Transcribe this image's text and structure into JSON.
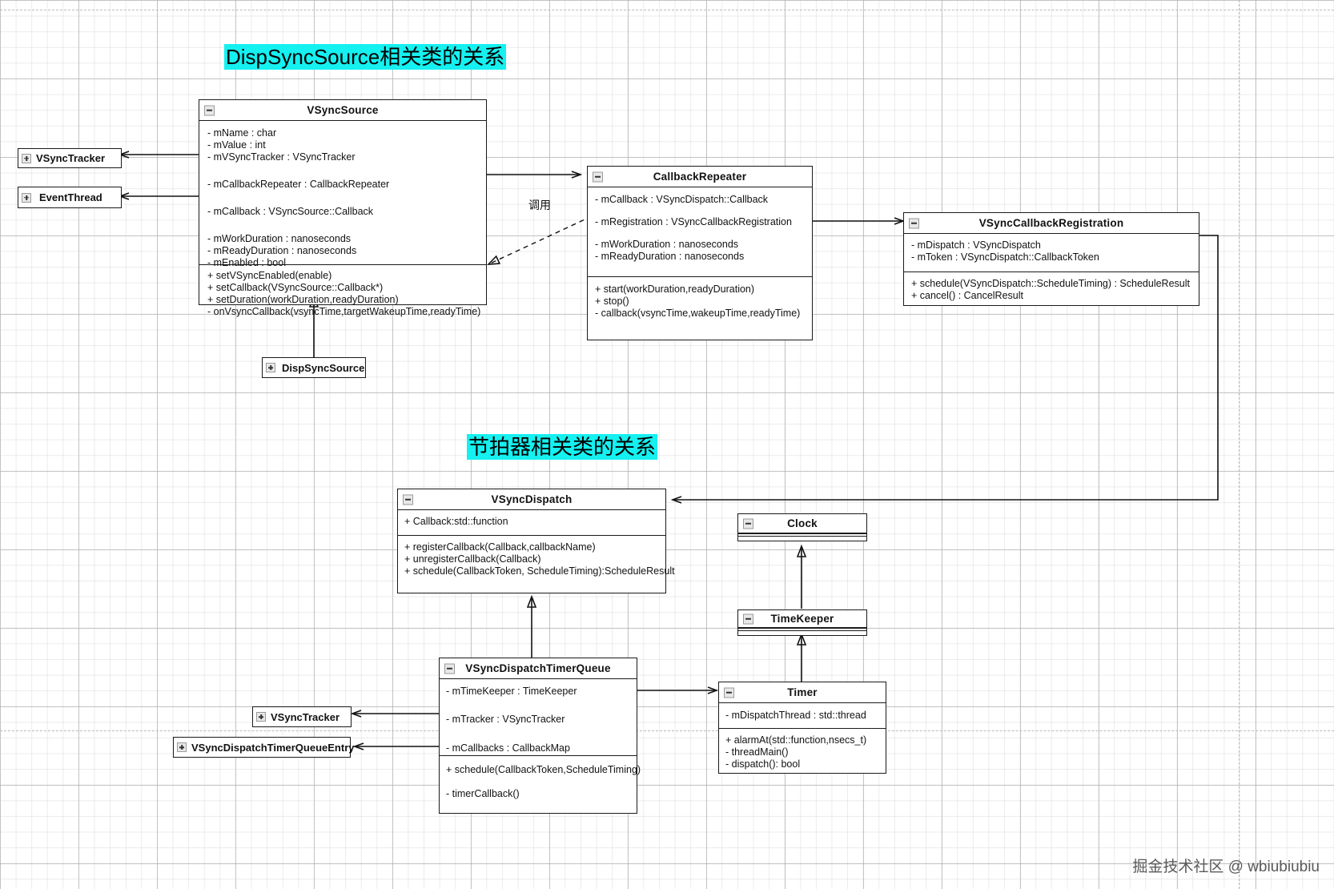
{
  "titles": {
    "top": "DispSyncSource相关类的关系",
    "middle": "节拍器相关类的关系"
  },
  "labels": {
    "call": "调用"
  },
  "watermark": "掘金技术社区 @ wbiubiubiu",
  "colors": {
    "highlight": "#15f0f0",
    "box_border": "#1a1a1a",
    "background": "#ffffff",
    "grid": "#bebebe"
  },
  "classes": {
    "vsync_source": {
      "name": "VSyncSource",
      "attributes_a": [
        "- mName : char",
        "- mValue : int",
        "- mVSyncTracker : VSyncTracker"
      ],
      "attributes_b": [
        "- mCallbackRepeater : CallbackRepeater"
      ],
      "attributes_c": [
        "- mCallback : VSyncSource::Callback"
      ],
      "attributes_d": [
        "- mWorkDuration : nanoseconds",
        "- mReadyDuration : nanoseconds",
        "- mEnabled : bool"
      ],
      "methods": [
        "+ setVSyncEnabled(enable)",
        "+ setCallback(VSyncSource::Callback*)",
        "+ setDuration(workDuration,readyDuration)",
        "- onVsyncCallback(vsyncTime,targetWakeupTime,readyTime)"
      ]
    },
    "callback_repeater": {
      "name": "CallbackRepeater",
      "attributes_a": [
        "- mCallback : VSyncDispatch::Callback"
      ],
      "attributes_b": [
        "- mRegistration : VSyncCallbackRegistration"
      ],
      "attributes_c": [
        "- mWorkDuration : nanoseconds",
        "- mReadyDuration : nanoseconds"
      ],
      "methods": [
        "+ start(workDuration,readyDuration)",
        "+ stop()",
        "- callback(vsyncTime,wakeupTime,readyTime)"
      ]
    },
    "vsync_callback_registration": {
      "name": "VSyncCallbackRegistration",
      "attributes": [
        "- mDispatch : VSyncDispatch",
        "- mToken : VSyncDispatch::CallbackToken"
      ],
      "methods": [
        "+ schedule(VSyncDispatch::ScheduleTiming) :  ScheduleResult",
        "+ cancel() : CancelResult"
      ]
    },
    "vsync_dispatch": {
      "name": "VSyncDispatch",
      "attributes": [
        "+ Callback:std::function"
      ],
      "methods": [
        "+ registerCallback(Callback,callbackName)",
        "+ unregisterCallback(Callback)",
        "+ schedule(CallbackToken, ScheduleTiming):ScheduleResult"
      ]
    },
    "vsync_dispatch_timer_queue": {
      "name": "VSyncDispatchTimerQueue",
      "attributes_a": [
        "- mTimeKeeper : TimeKeeper"
      ],
      "attributes_b": [
        "- mTracker : VSyncTracker"
      ],
      "attributes_c": [
        "- mCallbacks : CallbackMap"
      ],
      "methods_a": [
        "+ schedule(CallbackToken,ScheduleTiming)"
      ],
      "methods_b": [
        "- timerCallback()"
      ]
    },
    "timer": {
      "name": "Timer",
      "attributes": [
        "-  mDispatchThread : std::thread"
      ],
      "methods": [
        "+ alarmAt(std::function,nsecs_t)",
        "- threadMain()",
        "- dispatch(): bool"
      ]
    },
    "clock": {
      "name": "Clock"
    },
    "time_keeper": {
      "name": "TimeKeeper"
    },
    "vsync_tracker_top": {
      "name": "VSyncTracker"
    },
    "event_thread": {
      "name": "EventThread"
    },
    "disp_sync_source": {
      "name": "DispSyncSource"
    },
    "vsync_tracker_bottom": {
      "name": "VSyncTracker"
    },
    "vsync_dispatch_timer_queue_entry": {
      "name": "VSyncDispatchTimerQueueEntry"
    }
  }
}
